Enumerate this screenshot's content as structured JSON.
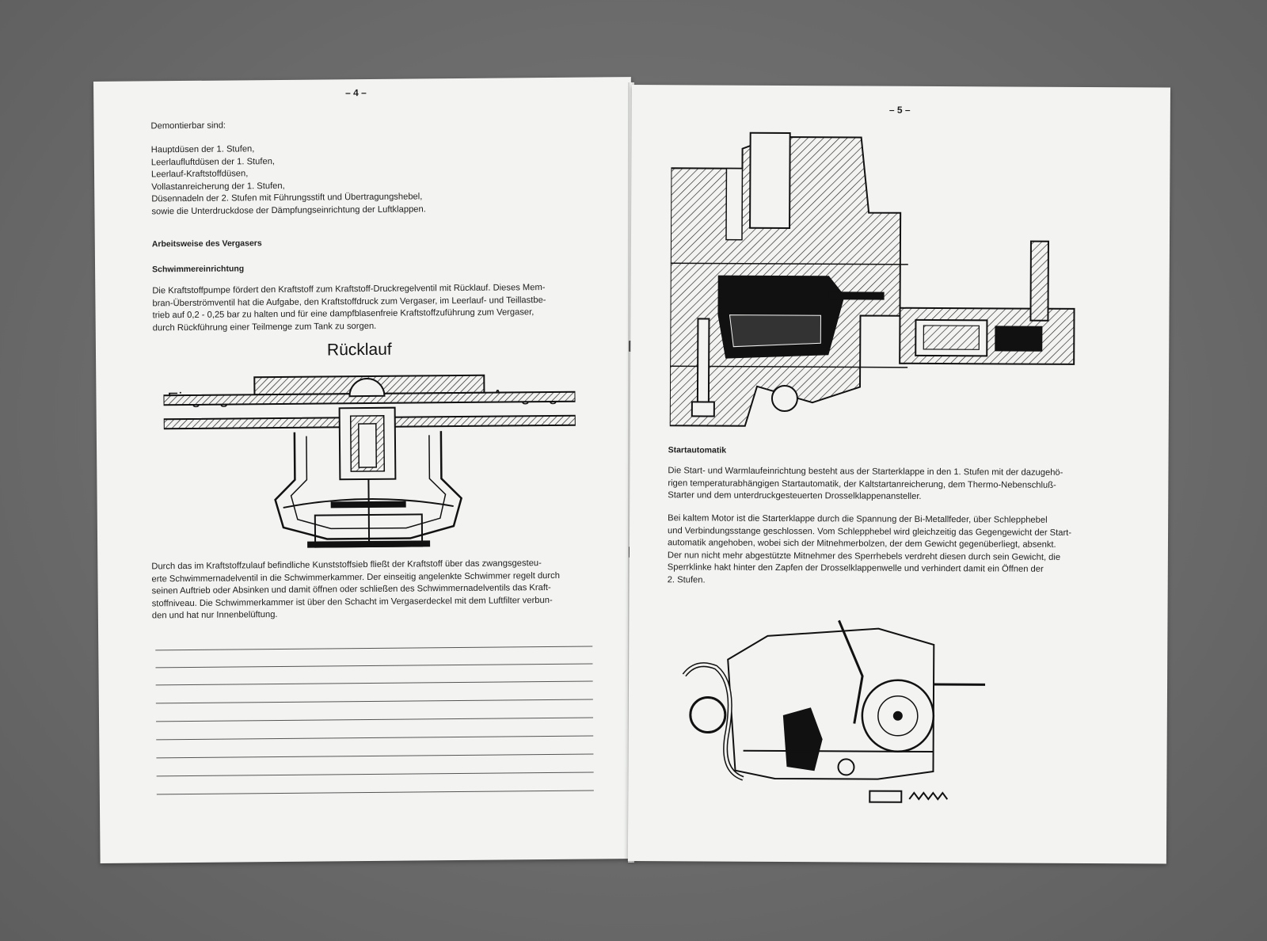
{
  "left_page": {
    "page_number": "– 4 –",
    "intro_heading": "Demontierbar sind:",
    "parts_list": [
      "Hauptdüsen der 1. Stufen,",
      "Leerlaufluftdüsen der 1. Stufen,",
      "Leerlauf-Kraftstoffdüsen,",
      "Vollastanreicherung der 1. Stufen,",
      "Düsennadeln der 2. Stufen mit Führungsstift und Übertragungshebel,",
      "sowie die Unterdruckdose der Dämpfungseinrichtung der Luftklappen."
    ],
    "section_heading": "Arbeitsweise des Vergasers",
    "subsection_heading": "Schwimmereinrichtung",
    "paragraph_1": "Die Kraftstoffpumpe fördert den Kraftstoff zum Kraftstoff-Druckregelventil mit Rücklauf. Dieses Mem-\nbran-Überströmventil hat die Aufgabe, den Kraftstoffdruck zum Vergaser, im Leerlauf- und Teillastbe-\ntrieb auf 0,2 - 0,25 bar zu halten und für eine dampfblasenfreie Kraftstoffzuführung zum Vergaser,\ndurch Rückführung einer Teilmenge zum Tank zu sorgen.",
    "diagram_labels": {
      "top": "Rücklauf",
      "left": "Eingang",
      "right": "Ausgang"
    },
    "paragraph_2": "Durch das im Kraftstoffzulauf befindliche Kunststoffsieb fließt der Kraftstoff über das zwangsgesteu-\nerte Schwimmernadelventil in die Schwimmerkammer. Der einseitig angelenkte Schwimmer regelt durch\nseinen Auftrieb oder Absinken und damit öffnen oder schließen des Schwimmernadelventils das Kraft-\nstoffniveau. Die Schwimmerkammer ist über den Schacht im Vergaserdeckel mit dem Luftfilter verbun-\nden und hat nur Innenbelüftung.",
    "note_lines": 9
  },
  "right_page": {
    "page_number": "– 5 –",
    "section_heading": "Startautomatik",
    "paragraph_1": "Die Start- und Warmlaufeinrichtung besteht aus der Starterklappe in den 1. Stufen mit der dazugehö-\nrigen temperaturabhängigen Startautomatik, der Kaltstartanreicherung, dem Thermo-Nebenschluß-\nStarter und dem unterdruckgesteuerten Drosselklappenansteller.",
    "paragraph_2": "Bei kaltem Motor ist die Starterklappe durch die Spannung der Bi-Metallfeder, über Schlepphebel\nund Verbindungsstange geschlossen. Vom Schlepphebel wird gleichzeitig das Gegengewicht der Start-\nautomatik angehoben, wobei sich der Mitnehmerbolzen, der dem Gewicht gegenüberliegt, absenkt.\nDer nun nicht mehr abgestützte Mitnehmer des Sperrhebels verdreht diesen durch sein Gewicht, die\nSperrklinke hakt hinter den Zapfen der Drosselklappenwelle und verhindert damit ein Öffnen der\n2. Stufen."
  }
}
